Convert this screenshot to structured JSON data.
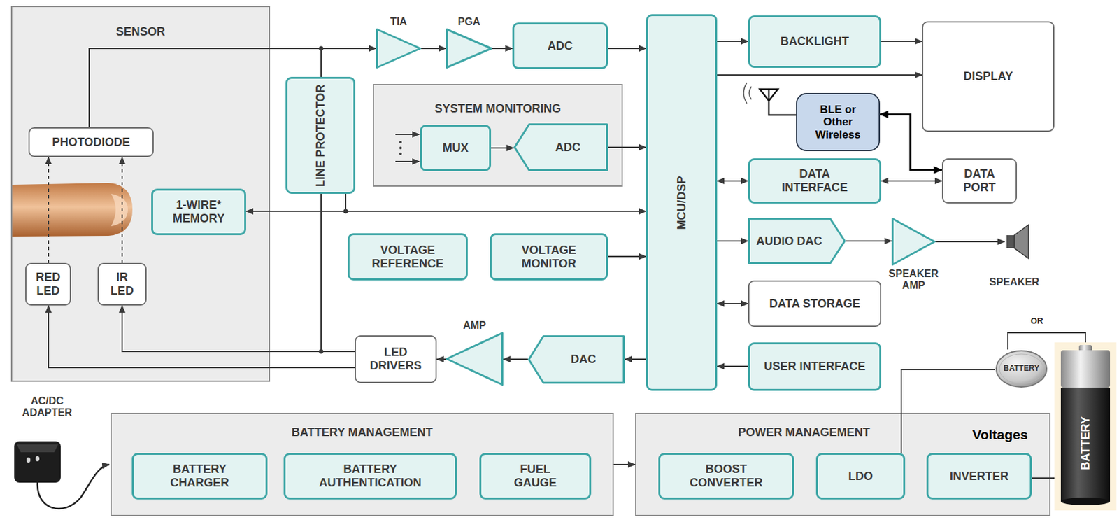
{
  "diagram": {
    "nodes": [
      {
        "text": [
          "SENSOR"
        ]
      },
      {
        "text": [
          "PHOTODIODE"
        ],
        "in": 0
      },
      {
        "text": [
          "RED LED"
        ],
        "in": 0
      },
      {
        "text": [
          "IR LED"
        ],
        "in": 0
      },
      {
        "text": [
          "1-WIRE* MEMORY"
        ],
        "in": 0
      },
      {
        "text": [
          "LINE PROTECTOR"
        ]
      },
      {
        "text": [
          "TIA"
        ]
      },
      {
        "text": [
          "PGA"
        ]
      },
      {
        "text": [
          "ADC"
        ]
      },
      {
        "text": [
          "SYSTEM MONITORING"
        ]
      },
      {
        "text": [
          "MUX"
        ],
        "in": 9
      },
      {
        "text": [
          "ADC"
        ],
        "in": 9
      },
      {
        "text": [
          "VOLTAGE REFERENCE"
        ]
      },
      {
        "text": [
          "VOLTAGE MONITOR"
        ]
      },
      {
        "text": [
          "LED DRIVERS"
        ]
      },
      {
        "text": [
          "AMP"
        ]
      },
      {
        "text": [
          "DAC"
        ]
      },
      {
        "text": [
          "MCU/DSP"
        ]
      },
      {
        "text": [
          "BACKLIGHT"
        ]
      },
      {
        "text": [
          "DISPLAY"
        ]
      },
      {
        "text": [
          "BLE or Other Wireless"
        ]
      },
      {
        "text": [
          "DATA INTERFACE"
        ]
      },
      {
        "text": [
          "DATA PORT"
        ]
      },
      {
        "text": [
          "AUDIO DAC"
        ]
      },
      {
        "text": [
          "SPEAKER AMP"
        ]
      },
      {
        "text": [
          "DATA STORAGE"
        ]
      },
      {
        "text": [
          "USER INTERFACE"
        ]
      },
      {
        "text": [
          "BATTERY MANAGEMENT"
        ]
      },
      {
        "text": [
          "BATTERY CHARGER"
        ],
        "in": 27
      },
      {
        "text": [
          "BATTERY AUTHENTICATION"
        ],
        "in": 27
      },
      {
        "text": [
          "FUEL GAUGE"
        ],
        "in": 27
      },
      {
        "text": [
          "POWER MANAGEMENT"
        ]
      },
      {
        "text": [
          "BOOST CONVERTER"
        ],
        "in": 31
      },
      {
        "text": [
          "LDO"
        ],
        "in": 31
      },
      {
        "text": [
          "INVERTER"
        ],
        "in": 31
      },
      {
        "text": [
          "BATTERY"
        ]
      },
      {
        "text": [
          "BATTERY"
        ]
      }
    ],
    "edges": [
      {
        "from": 1,
        "to": 6,
        "arrow": "to"
      },
      {
        "from": 6,
        "to": 7,
        "arrow": "to"
      },
      {
        "from": 7,
        "to": 8,
        "arrow": "to"
      },
      {
        "from": 8,
        "to": 17,
        "arrow": "to"
      },
      {
        "from": 5,
        "to": 1,
        "arrow": "none"
      },
      {
        "from": 5,
        "to": 4,
        "arrow": "none"
      },
      {
        "from": 5,
        "to": 14,
        "arrow": "none"
      },
      {
        "from": 4,
        "to": 17,
        "arrow": "both"
      },
      {
        "from": 10,
        "to": 11,
        "arrow": "to"
      },
      {
        "from": 11,
        "to": 17,
        "arrow": "to"
      },
      {
        "from": 13,
        "to": 17,
        "arrow": "to"
      },
      {
        "from": 17,
        "to": 16,
        "arrow": "to"
      },
      {
        "from": 16,
        "to": 15,
        "arrow": "to"
      },
      {
        "from": 15,
        "to": 14,
        "arrow": "to"
      },
      {
        "from": 14,
        "to": 2,
        "arrow": "to"
      },
      {
        "from": 14,
        "to": 3,
        "arrow": "to"
      },
      {
        "from": 17,
        "to": 18,
        "arrow": "to"
      },
      {
        "from": 18,
        "to": 19,
        "arrow": "to"
      },
      {
        "from": 17,
        "to": 19,
        "arrow": "to"
      },
      {
        "from": 17,
        "to": 21,
        "arrow": "both"
      },
      {
        "from": 21,
        "to": 22,
        "arrow": "both"
      },
      {
        "from": 20,
        "to": 22,
        "arrow": "both"
      },
      {
        "from": 17,
        "to": 23,
        "arrow": "to"
      },
      {
        "from": 23,
        "to": 24,
        "arrow": "to"
      },
      {
        "from": 17,
        "to": 25,
        "arrow": "both"
      },
      {
        "from": 26,
        "to": 17,
        "arrow": "to"
      },
      {
        "from": 27,
        "to": 31,
        "arrow": "to"
      },
      {
        "from": 2,
        "to": 1,
        "arrow": "to"
      },
      {
        "from": 3,
        "to": 1,
        "arrow": "to"
      },
      {
        "from": 35,
        "to": 33,
        "arrow": "none"
      },
      {
        "from": 35,
        "to": 36,
        "arrow": "none"
      },
      {
        "from": 36,
        "to": 34,
        "arrow": "none"
      }
    ],
    "labels": [
      "AC/DC ADAPTER",
      "SPEAKER",
      "OR",
      "Voltages"
    ]
  }
}
